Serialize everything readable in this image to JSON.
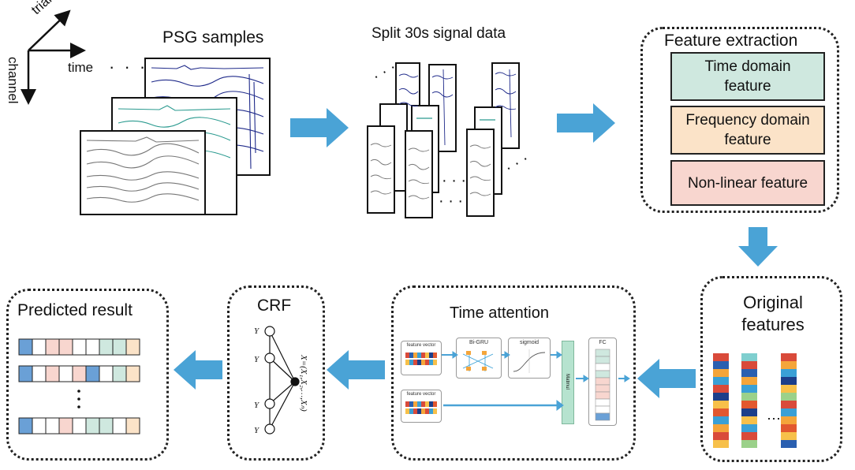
{
  "axes": {
    "trial": "trial",
    "time": "time",
    "channel": "channel"
  },
  "psg": {
    "title": "PSG samples"
  },
  "split": {
    "title": "Split 30s signal data"
  },
  "feature_extraction": {
    "title": "Feature extraction",
    "items": [
      {
        "label": "Time domain feature",
        "color": "#cfe8df"
      },
      {
        "label": "Frequency domain feature",
        "color": "#fbe3c8"
      },
      {
        "label": "Non-linear feature",
        "color": "#f8d6cf"
      }
    ]
  },
  "original_features": {
    "title": "Original features"
  },
  "time_attention": {
    "title": "Time attention",
    "feature_vector_1": "feature vector",
    "bigru": "Bi-GRU",
    "sigmoid": "sigmoid",
    "feature_vector_2": "feature vector",
    "matmul": "Matmul",
    "fc": "FC"
  },
  "crf": {
    "title": "CRF",
    "y1": "Y",
    "y2": "Y",
    "yi": "Y",
    "yn": "Y",
    "x_eq": "X=(X₁,X₂,…,Xₙ)"
  },
  "predicted": {
    "title": "Predicted result"
  },
  "colors": {
    "arrow": "#4aa3d6",
    "teal_box": "#cfe8df",
    "orange_box": "#fbe3c8",
    "pink_box": "#f8d6cf",
    "matmul_bar": "#b6e3cf"
  }
}
